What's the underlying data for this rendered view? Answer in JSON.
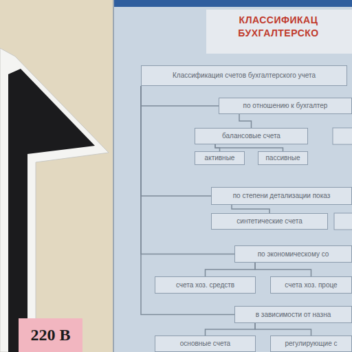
{
  "diagram": {
    "title": "КЛАССИФИКАЦ БУХГАЛТЕРСКО",
    "nodes": [
      {
        "text": [
          "Классификация счетов бухгалтерского учета"
        ]
      },
      {
        "text": [
          "по отношению к бухгалтер"
        ]
      },
      {
        "text": [
          "балансовые счета"
        ]
      },
      {
        "text": [
          "активные"
        ]
      },
      {
        "text": [
          "пассивные"
        ]
      },
      {
        "text": [
          "по степени детализации показ"
        ]
      },
      {
        "text": [
          "синтетические счета"
        ]
      },
      {
        "text": [
          "по экономическому со"
        ]
      },
      {
        "text": [
          "счета хоз. средств"
        ]
      },
      {
        "text": [
          "счета хоз. проце"
        ]
      },
      {
        "text": [
          "в зависимости от назна"
        ]
      },
      {
        "text": [
          "основные счета"
        ]
      },
      {
        "text": [
          "регулирующие с"
        ]
      },
      {
        "text": [
          "220 В"
        ]
      }
    ],
    "edges": [
      {
        "from": 0,
        "to": 1,
        "arrow": "none"
      },
      {
        "from": 0,
        "to": 5,
        "arrow": "none"
      },
      {
        "from": 0,
        "to": 7,
        "arrow": "none"
      },
      {
        "from": 0,
        "to": 10,
        "arrow": "none"
      },
      {
        "from": 1,
        "to": 2,
        "arrow": "none"
      },
      {
        "from": 2,
        "to": 3,
        "arrow": "none"
      },
      {
        "from": 2,
        "to": 4,
        "arrow": "none"
      },
      {
        "from": 5,
        "to": 6,
        "arrow": "none"
      },
      {
        "from": 7,
        "to": 8,
        "arrow": "none"
      },
      {
        "from": 7,
        "to": 9,
        "arrow": "none"
      },
      {
        "from": 10,
        "to": 11,
        "arrow": "none"
      },
      {
        "from": 10,
        "to": 12,
        "arrow": "none"
      }
    ]
  }
}
